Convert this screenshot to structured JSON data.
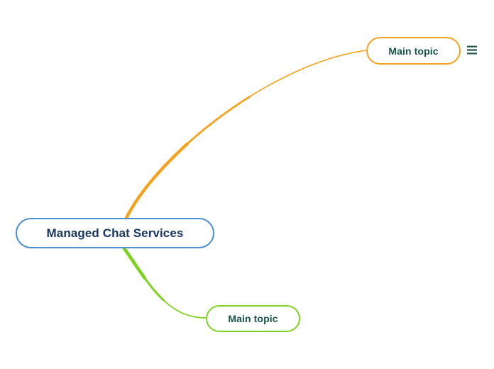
{
  "app": {
    "canvas_background": "#ffffff"
  },
  "mindmap": {
    "root_topic": {
      "label": "Managed Chat Services",
      "border_color": "#4a90d2",
      "text_color": "#1a3763"
    },
    "branches": [
      {
        "label": "Main topic",
        "branch_color": "#f6a21e",
        "text_color": "#165449",
        "position": "top-right"
      },
      {
        "label": "Main topic",
        "branch_color": "#7ed321",
        "text_color": "#165449",
        "position": "bottom"
      }
    ],
    "topic_menu_icon": {
      "name": "hamburger-menu-icon",
      "color": "#1f5b4d"
    }
  }
}
